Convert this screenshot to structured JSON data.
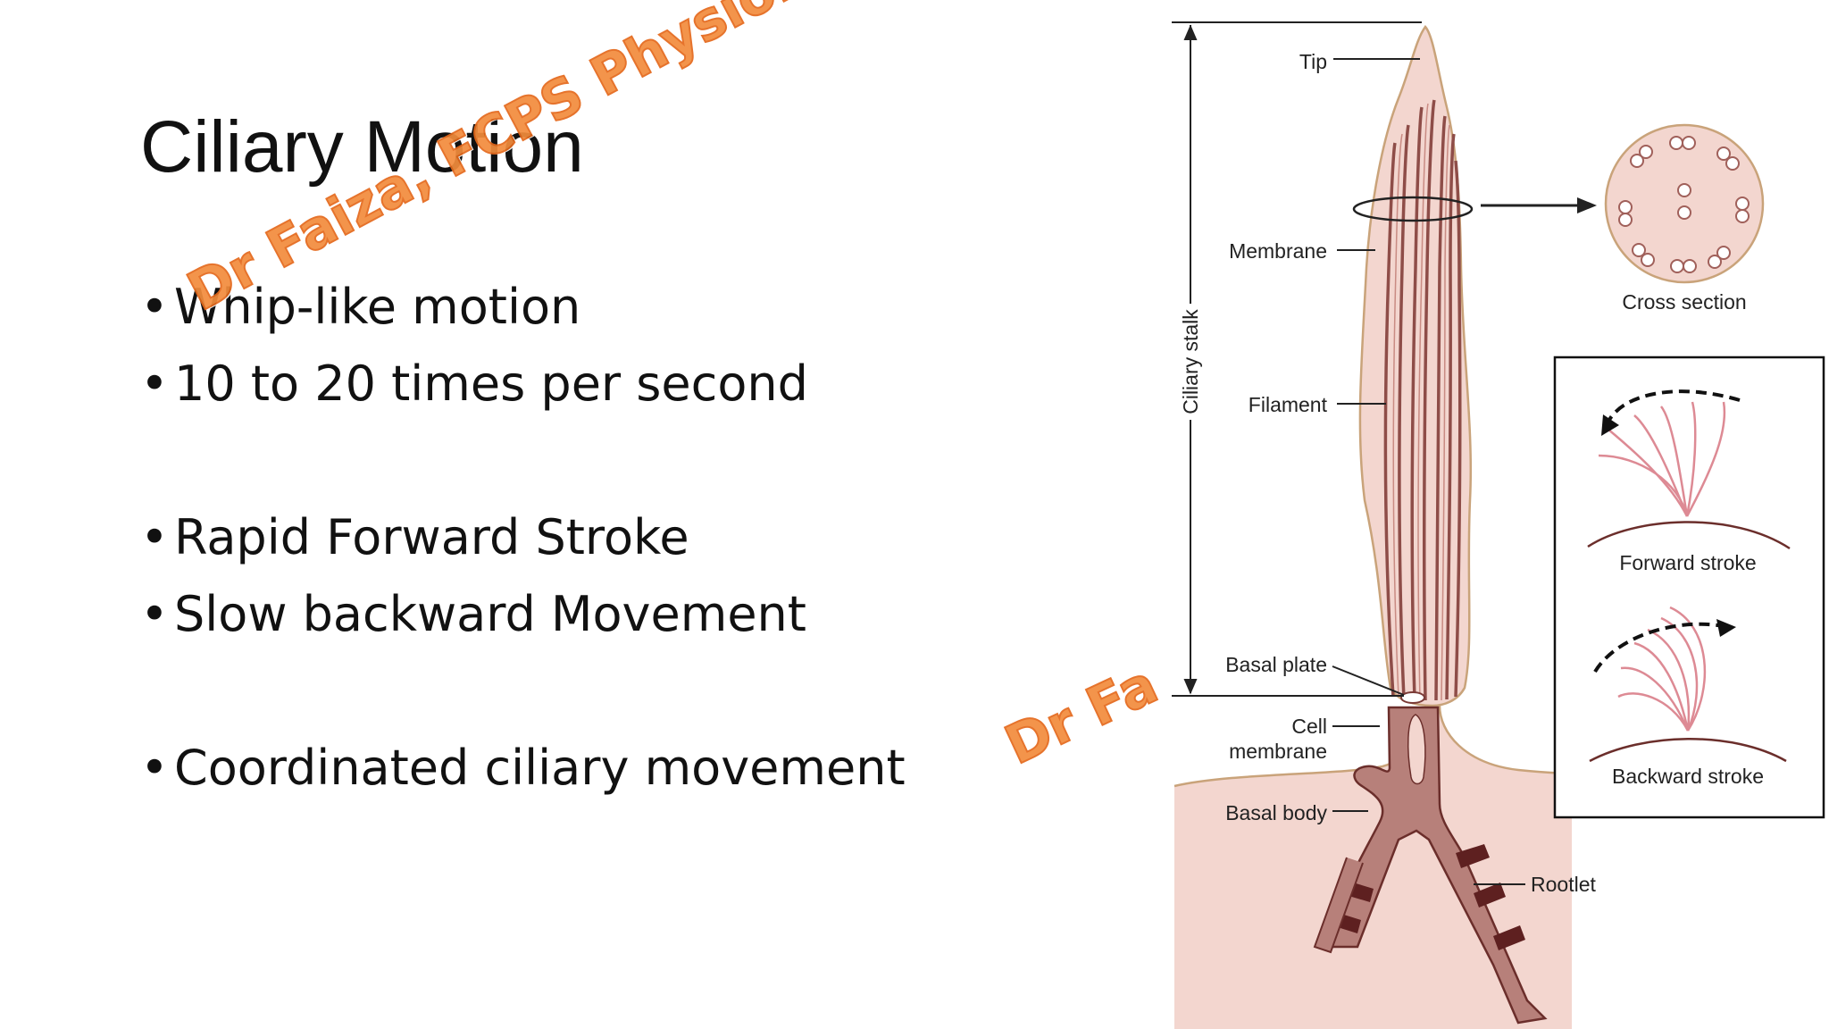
{
  "slide": {
    "title": "Ciliary Motion",
    "bullets": [
      "Whip-like motion",
      "10 to 20 times per second",
      "Rapid Forward Stroke",
      "Slow backward Movement",
      "Coordinated ciliary movement"
    ],
    "watermark_main": "Dr Faiza, FCPS Physiology",
    "watermark_partial": "Dr Fa"
  },
  "diagram": {
    "labels": {
      "tip": "Tip",
      "membrane": "Membrane",
      "filament": "Filament",
      "basal_plate": "Basal plate",
      "cell_membrane_1": "Cell",
      "cell_membrane_2": "membrane",
      "basal_body": "Basal body",
      "rootlet": "Rootlet",
      "ciliary_stalk": "Ciliary stalk",
      "cross_section": "Cross section",
      "forward_stroke": "Forward stroke",
      "backward_stroke": "Backward stroke"
    },
    "colors": {
      "cilium_fill": "#f3d6cf",
      "cilium_outline": "#c9a37a",
      "filament": "#a0605a",
      "filament_dark": "#5e2b2b",
      "watermark": "#f28c3c"
    }
  }
}
